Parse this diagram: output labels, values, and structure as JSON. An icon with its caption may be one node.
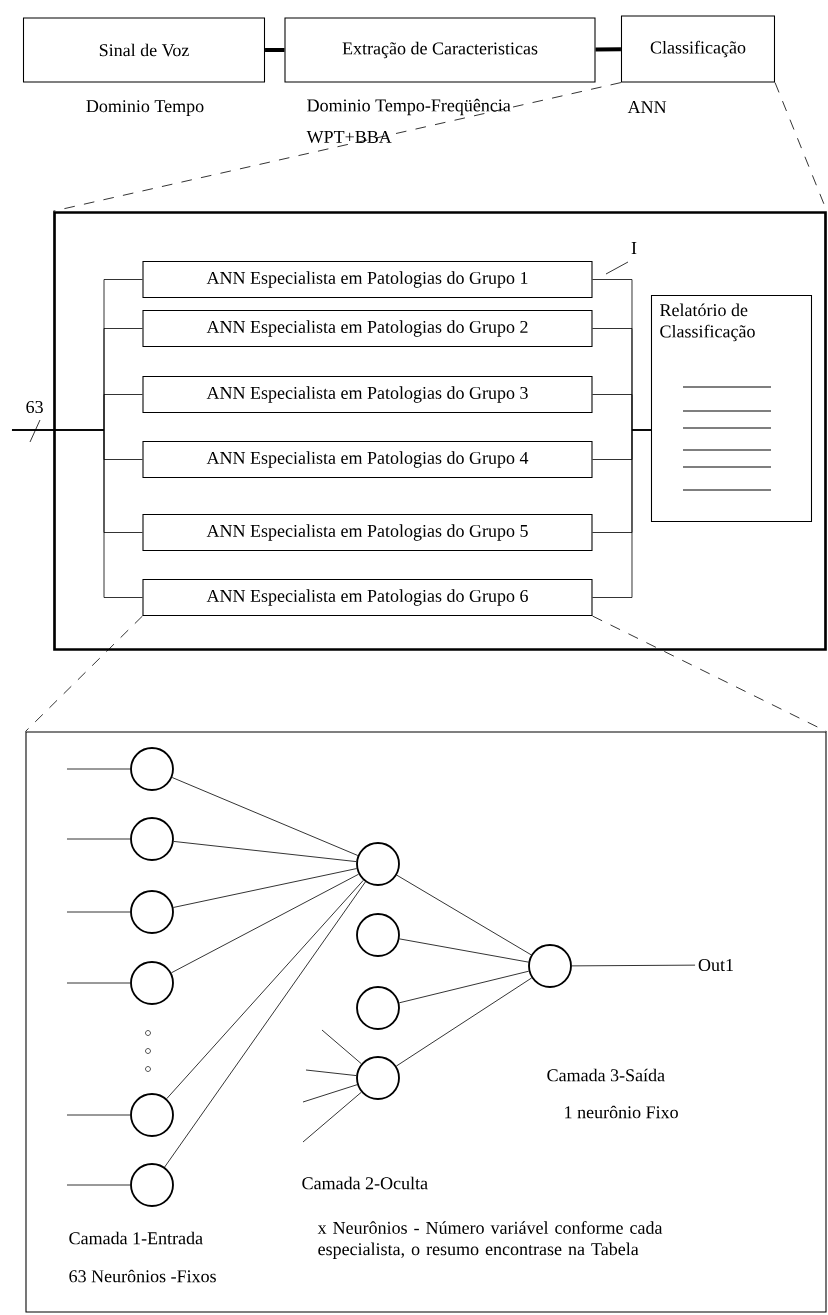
{
  "diagram": {
    "nodes": [
      {
        "text": [
          "Sinal de Voz"
        ],
        "beside": [
          "Dominio Tempo"
        ]
      },
      {
        "text": [
          "Extração de Caracteristicas"
        ],
        "beside": [
          "Dominio Tempo-Freqüência",
          "WPT+BBA"
        ]
      },
      {
        "text": [
          "Classificação"
        ],
        "beside": [
          "ANN"
        ]
      },
      {
        "text": [],
        "shape": "box"
      },
      {
        "text": [
          "ANN Especialista em Patologias do Grupo 1"
        ],
        "in": 3
      },
      {
        "text": [
          "ANN Especialista em Patologias do Grupo 2"
        ],
        "in": 3
      },
      {
        "text": [
          "ANN Especialista em Patologias do Grupo 3"
        ],
        "in": 3
      },
      {
        "text": [
          "ANN Especialista em Patologias do Grupo 4"
        ],
        "in": 3
      },
      {
        "text": [
          "ANN Especialista em Patologias do Grupo 5"
        ],
        "in": 3
      },
      {
        "text": [
          "ANN Especialista em Patologias do Grupo 6"
        ],
        "in": 3
      },
      {
        "text": [
          "Relatório de Classificação"
        ],
        "in": 3
      },
      {
        "text": [],
        "shape": "box"
      },
      {
        "text": [],
        "shape": "circle",
        "in": 11
      },
      {
        "text": [],
        "shape": "circle",
        "in": 11
      },
      {
        "text": [],
        "shape": "circle",
        "in": 11
      },
      {
        "text": [],
        "shape": "circle",
        "in": 11
      },
      {
        "text": [],
        "shape": "circle",
        "in": 11
      },
      {
        "text": [],
        "shape": "circle",
        "in": 11
      },
      {
        "text": [],
        "shape": "circle",
        "in": 11
      },
      {
        "text": [],
        "shape": "circle",
        "in": 11
      },
      {
        "text": [],
        "shape": "circle",
        "in": 11
      },
      {
        "text": [],
        "shape": "circle",
        "in": 11
      },
      {
        "text": [],
        "shape": "circle",
        "in": 11
      },
      {
        "text": [
          "Out1"
        ],
        "in": 11
      }
    ],
    "edges": [
      {
        "from": 0,
        "to": 1,
        "arrow": "none",
        "style": "thick"
      },
      {
        "from": 1,
        "to": 2,
        "arrow": "none",
        "style": "thick"
      },
      {
        "from": 2,
        "to": 3,
        "arrow": "none",
        "style": "dashed"
      },
      {
        "from": 2,
        "to": 3,
        "arrow": "none",
        "style": "dashed"
      },
      {
        "from": null,
        "to": 4,
        "arrow": "none"
      },
      {
        "from": null,
        "to": 5,
        "arrow": "none"
      },
      {
        "from": null,
        "to": 6,
        "arrow": "none"
      },
      {
        "from": null,
        "to": 7,
        "arrow": "none"
      },
      {
        "from": null,
        "to": 8,
        "arrow": "none"
      },
      {
        "from": null,
        "to": 9,
        "arrow": "none"
      },
      {
        "from": 4,
        "to": 10,
        "arrow": "none"
      },
      {
        "from": 5,
        "to": 10,
        "arrow": "none"
      },
      {
        "from": 6,
        "to": 10,
        "arrow": "none"
      },
      {
        "from": 7,
        "to": 10,
        "arrow": "none"
      },
      {
        "from": 8,
        "to": 10,
        "arrow": "none"
      },
      {
        "from": 9,
        "to": 10,
        "arrow": "none"
      },
      {
        "from": 9,
        "to": 11,
        "arrow": "none",
        "style": "dashed"
      },
      {
        "from": 9,
        "to": 11,
        "arrow": "none",
        "style": "dashed"
      },
      {
        "from": null,
        "to": 12,
        "arrow": "none"
      },
      {
        "from": null,
        "to": 13,
        "arrow": "none"
      },
      {
        "from": null,
        "to": 14,
        "arrow": "none"
      },
      {
        "from": null,
        "to": 15,
        "arrow": "none"
      },
      {
        "from": null,
        "to": 16,
        "arrow": "none"
      },
      {
        "from": null,
        "to": 17,
        "arrow": "none"
      },
      {
        "from": 12,
        "to": 18,
        "arrow": "none"
      },
      {
        "from": 13,
        "to": 18,
        "arrow": "none"
      },
      {
        "from": 14,
        "to": 18,
        "arrow": "none"
      },
      {
        "from": 15,
        "to": 18,
        "arrow": "none"
      },
      {
        "from": 16,
        "to": 18,
        "arrow": "none"
      },
      {
        "from": 17,
        "to": 18,
        "arrow": "none"
      },
      {
        "from": null,
        "to": 21,
        "arrow": "none"
      },
      {
        "from": null,
        "to": 21,
        "arrow": "none"
      },
      {
        "from": null,
        "to": 21,
        "arrow": "none"
      },
      {
        "from": null,
        "to": 21,
        "arrow": "none"
      },
      {
        "from": 18,
        "to": 22,
        "arrow": "none"
      },
      {
        "from": 19,
        "to": 22,
        "arrow": "none"
      },
      {
        "from": 20,
        "to": 22,
        "arrow": "none"
      },
      {
        "from": 21,
        "to": 22,
        "arrow": "none"
      },
      {
        "from": 22,
        "to": 23,
        "arrow": "none"
      }
    ],
    "labels": [
      "I",
      "63",
      "Camada 3-Saída",
      "1 neurônio Fixo",
      "Camada 2-Oculta",
      "x Neurônios - Número variável conforme cada especialista, o resumo encontrase na Tabela",
      "Camada 1-Entrada",
      "63 Neurônios -Fixos"
    ]
  }
}
